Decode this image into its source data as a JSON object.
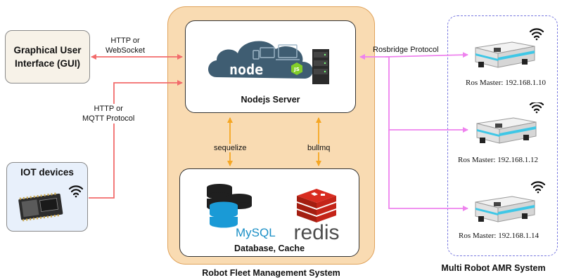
{
  "gui_label": "Graphical User Interface (GUI)",
  "gui_line1": "Graphical User",
  "gui_line2": "Interface (GUI)",
  "iot_label": "IOT devices",
  "http_ws_line1": "HTTP or",
  "http_ws_line2": "WebSocket",
  "http_mqtt_line1": "HTTP or",
  "http_mqtt_line2": "MQTT Protocol",
  "server_label": "Nodejs Server",
  "node_logo_text": "node",
  "node_logo_js": "JS",
  "sequelize_label": "sequelize",
  "bullmq_label": "bullmq",
  "mysql_logo_text": "MySQL",
  "redis_logo_text": "redis",
  "db_label": "Database, Cache",
  "fleet_label": "Robot Fleet Management System",
  "rosbridge_label": "Rosbridge Protocol",
  "robots": [
    {
      "ros_master": "Ros Master: 192.168.1.10"
    },
    {
      "ros_master": "Ros Master: 192.168.1.12"
    },
    {
      "ros_master": "Ros Master: 192.168.1.14"
    }
  ],
  "amr_label": "Multi Robot AMR System",
  "colors": {
    "http_arrow": "#f26b6b",
    "rosbridge_arrow": "#ee82ee",
    "db_arrow": "#f5a623",
    "fleet_fill": "#f9dbb2",
    "fleet_border": "#e0a35c",
    "gui_fill": "#f7f2e8",
    "iot_fill": "#e8f0fb",
    "amr_border": "#7a7ae0",
    "node_cloud": "#3f5d72",
    "node_green": "#83cd29",
    "mysql_blue": "#00758f",
    "redis_red": "#d82c20"
  }
}
